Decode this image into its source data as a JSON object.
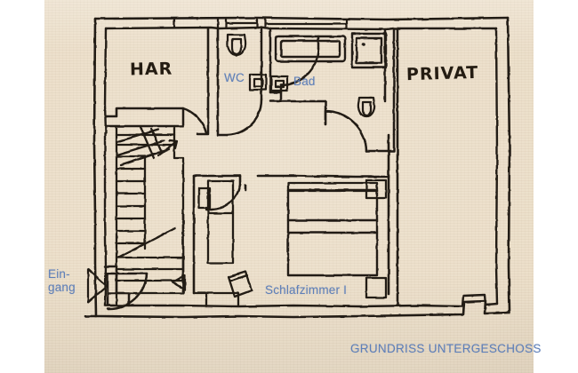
{
  "document": {
    "type": "architectural-floor-plan",
    "title": "GRUNDRISS UNTERGESCHOSS",
    "medium": "hand-drawn ink sketch on beige paper"
  },
  "colors": {
    "paper": "#ecdfca",
    "ink": "#241c12",
    "annotation_blue": "#5e7fb8",
    "page_background": "#ffffff"
  },
  "rooms": [
    {
      "id": "har",
      "label": "HAR",
      "label_style": "ink",
      "note": "hallway / Hausanschlussraum, upper left"
    },
    {
      "id": "wc",
      "label": "WC",
      "label_style": "blue",
      "note": "small toilet room, upper middle"
    },
    {
      "id": "bad",
      "label": "Bad",
      "label_style": "blue",
      "note": "bathroom with tub, upper middle-right"
    },
    {
      "id": "privat",
      "label": "PRIVAT",
      "label_style": "ink",
      "note": "private area, right side"
    },
    {
      "id": "schlafzimmer-1",
      "label": "Schlafzimmer I",
      "label_style": "blue",
      "note": "bedroom with double bed, lower middle"
    }
  ],
  "annotations": [
    {
      "id": "eingang",
      "label": "Ein-\ngang",
      "line1": "Ein-",
      "line2": "gang",
      "style": "blue",
      "marker": "arrow pointing right to entrance door"
    },
    {
      "id": "bed-arrow",
      "style": "ink",
      "marker": "arrow pointing left inside bedroom"
    },
    {
      "id": "stair-arrow",
      "style": "ink",
      "marker": "arrow on staircase indicating up direction"
    }
  ],
  "caption": {
    "text": "GRUNDRISS UNTERGESCHOSS",
    "style": "blue",
    "position": "bottom-right"
  },
  "features": [
    "exterior double-line walls",
    "winder staircase with radiating treads",
    "door swing arcs at hallway, WC, bathroom, bedroom and entrance",
    "windows drawn in the top exterior wall",
    "bathroom fixtures: bathtub, two toilets, washbasins",
    "bedroom furniture: double bed with headboard, two nightstands, wardrobe"
  ]
}
